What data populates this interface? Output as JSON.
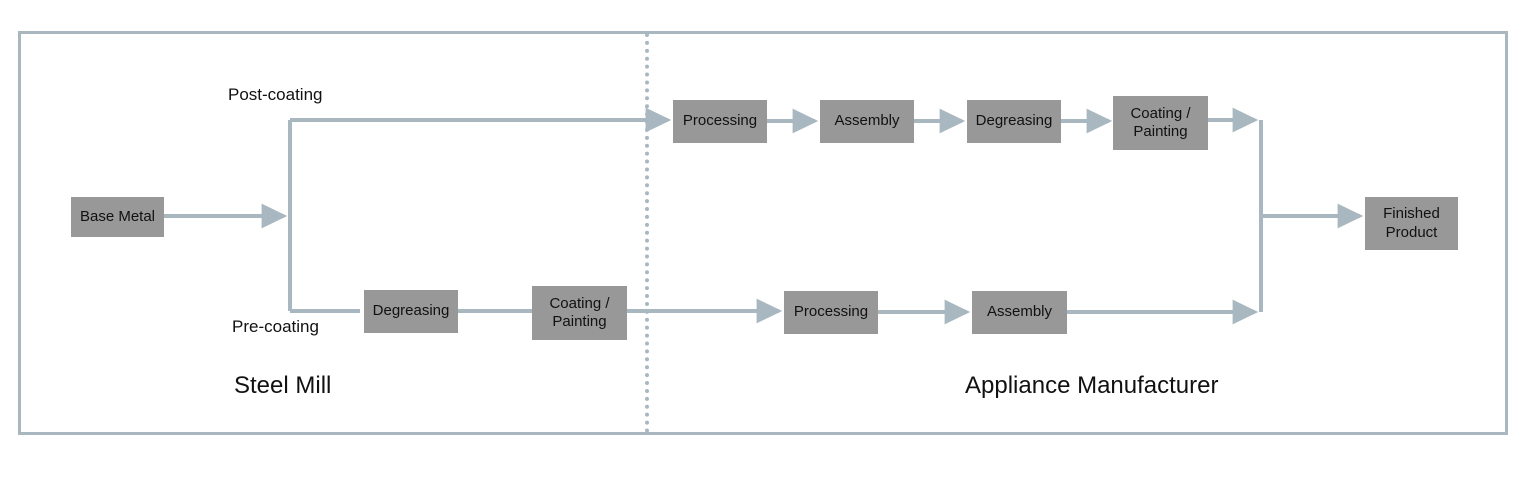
{
  "diagram": {
    "title_visible": false,
    "colors": {
      "frame_border": "#a9b8c0",
      "divider": "#a9b8c0",
      "node_fill": "#989898",
      "node_text": "#111111",
      "connector": "#a9b8c0",
      "background": "#ffffff"
    },
    "lanes": {
      "steel_mill_label": "Steel Mill",
      "appliance_label": "Appliance Manufacturer",
      "post_coating_label": "Post-coating",
      "pre_coating_label": "Pre-coating"
    },
    "nodes": {
      "base_metal": "Base Metal",
      "top_processing": "Processing",
      "top_assembly": "Assembly",
      "top_degreasing": "Degreasing",
      "top_coating_line1": "Coating /",
      "top_coating_line2": "Painting",
      "bottom_degreasing": "Degreasing",
      "bottom_coating_line1": "Coating /",
      "bottom_coating_line2": "Painting",
      "bottom_processing": "Processing",
      "bottom_assembly": "Assembly",
      "finished_line1": "Finished",
      "finished_line2": "Product"
    }
  }
}
